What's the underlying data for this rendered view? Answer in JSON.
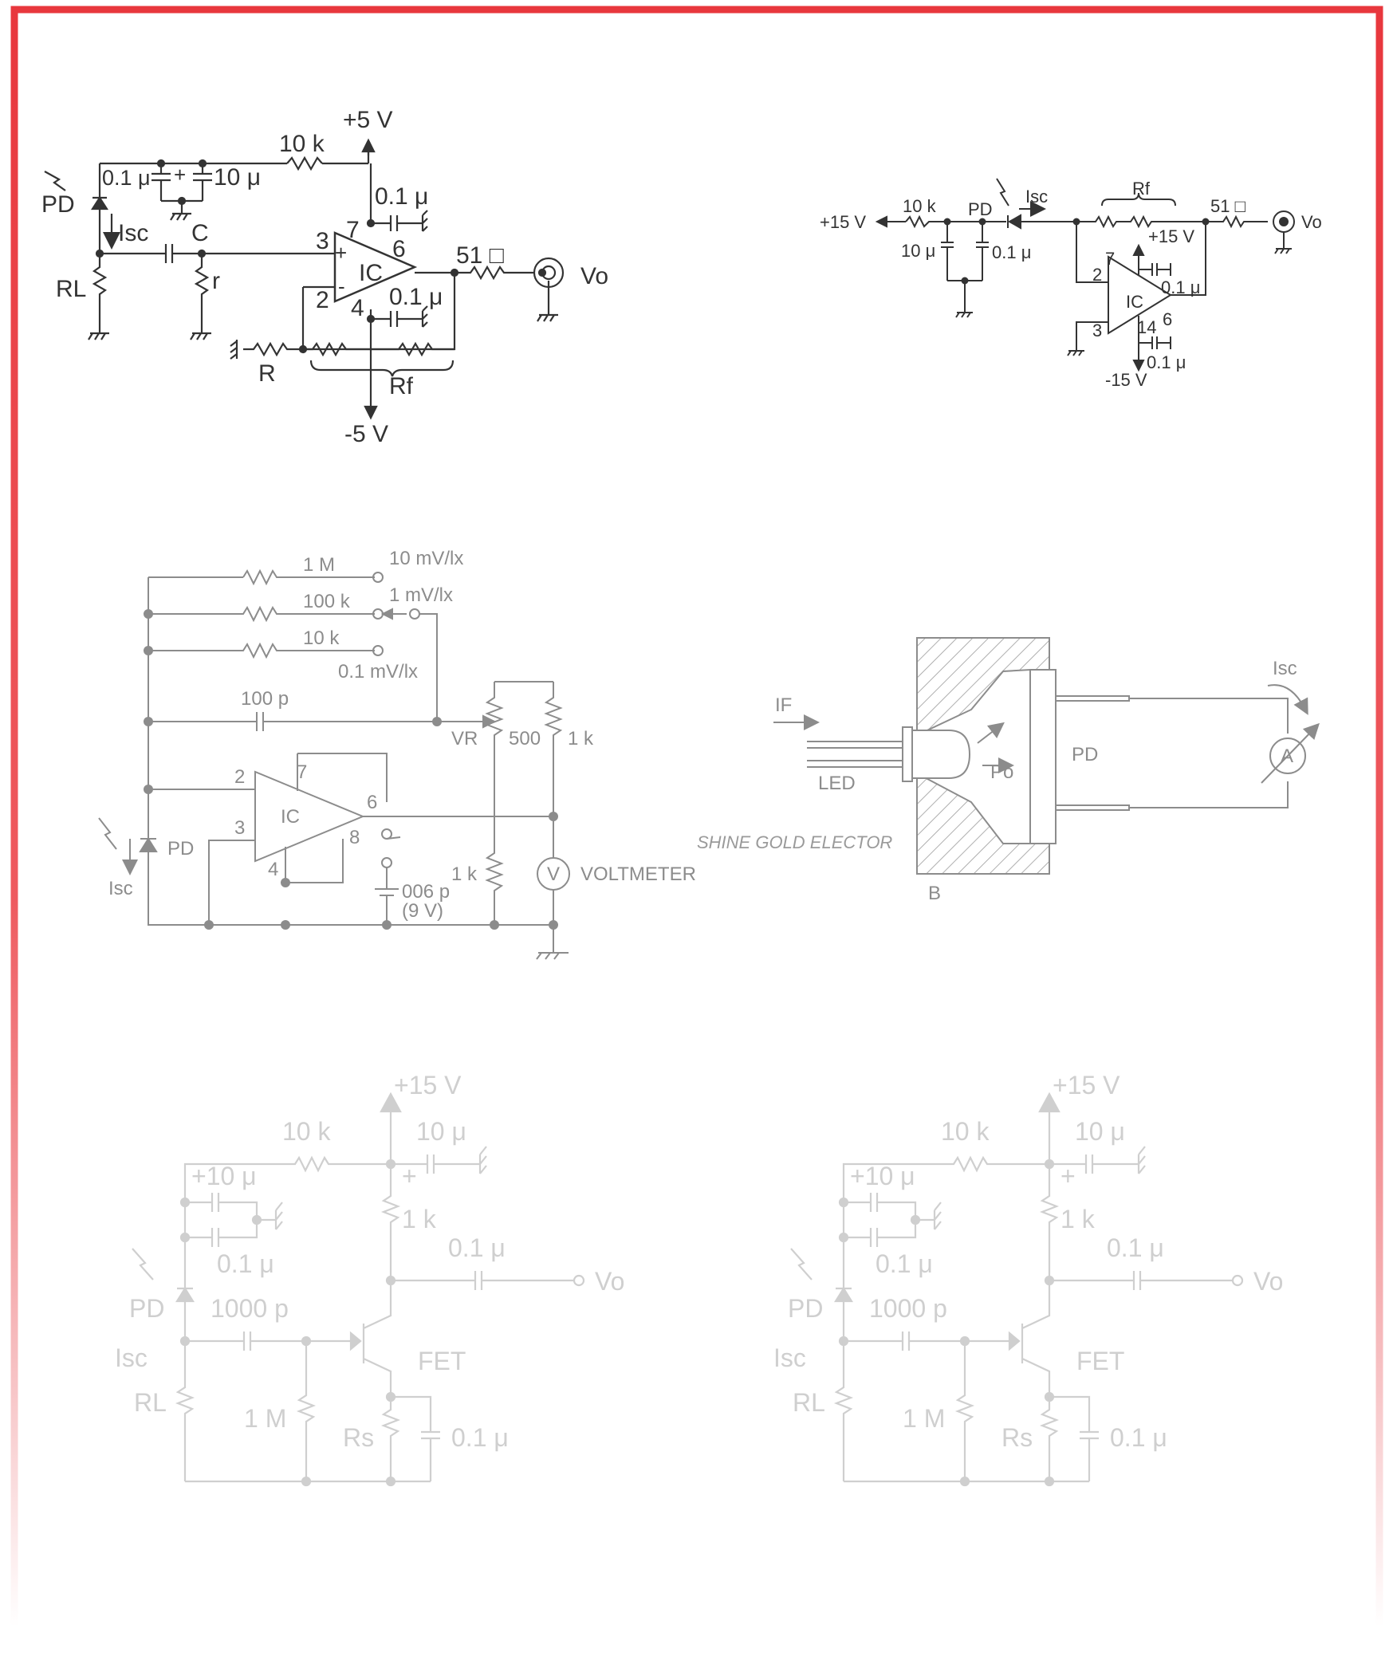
{
  "colors": {
    "border": "#e8373d",
    "ink": "#333333",
    "gray": "#8c8c8c"
  },
  "watermark": "SHINE GOLD ELECTOR",
  "circuit1": {
    "vplus": "+5 V",
    "vminus": "-5 V",
    "r_top": "10 k",
    "c1": "0.1 μ",
    "c2": "10 μ",
    "pd": "PD",
    "isc": "Isc",
    "cap": "C",
    "rl": "RL",
    "rsmall": "r",
    "pin3": "3",
    "pin2": "2",
    "pin7": "7",
    "pin4": "4",
    "pin6": "6",
    "ic": "IC",
    "plus": "+",
    "minus": "-",
    "c_top": "0.1 μ",
    "c_bot": "0.1 μ",
    "r_out": "51 □",
    "vo": "Vo",
    "r_gnd": "R",
    "rf": "Rf"
  },
  "circuit2": {
    "vplus_left": "+15 V",
    "r_in": "10 k",
    "pd": "PD",
    "isc": "Isc",
    "rf": "Rf",
    "r_out": "51 □",
    "vo": "Vo",
    "c1": "10 μ",
    "c2": "0.1 μ",
    "vplus_ic": "+15 V",
    "vminus": "-15 V",
    "pin7": "7",
    "pin2": "2",
    "pin3": "3",
    "pin6": "6",
    "pin4": "14",
    "ic": "IC",
    "c_top": "0.1 μ",
    "c_bot": "0.1 μ"
  },
  "circuit3": {
    "r1": "1 M",
    "r2": "100 k",
    "r3": "10 k",
    "range1": "10 mV/lx",
    "range2": "1 mV/lx",
    "range3": "0.1 mV/lx",
    "c": "100 p",
    "vr": "VR",
    "r500": "500",
    "r1k_top": "1 k",
    "r1k_bot": "1 k",
    "pin2": "2",
    "pin3": "3",
    "pin7": "7",
    "pin6": "6",
    "pin8": "8",
    "pin4": "4",
    "ic": "IC",
    "pd": "PD",
    "isc": "Isc",
    "v": "V",
    "voltmeter": "VOLTMETER",
    "battery": "006 p",
    "battery_v": "(9 V)"
  },
  "diagram4": {
    "if": "IF",
    "led": "LED",
    "po": "Po",
    "pd": "PD",
    "isc": "Isc",
    "a": "A",
    "b": "B"
  },
  "circuit5": {
    "vplus": "+15 V",
    "r_top": "10 k",
    "c_top": "10 μ",
    "c_left": "+10 μ",
    "r_drain": "1 k",
    "c_mid": "0.1 μ",
    "c_out": "0.1 μ",
    "vo": "Vo",
    "pd": "PD",
    "c_in": "1000 p",
    "isc": "Isc",
    "rl": "RL",
    "fet": "FET",
    "r_gate": "1 M",
    "rs": "Rs",
    "c_s": "0.1 μ",
    "plus": "+"
  },
  "circuit6": {
    "vplus": "+15 V",
    "r_top": "10 k",
    "c_top": "10 μ",
    "c_left": "+10 μ",
    "r_drain": "1 k",
    "c_mid": "0.1 μ",
    "c_out": "0.1 μ",
    "vo": "Vo",
    "pd": "PD",
    "c_in": "1000 p",
    "isc": "Isc",
    "rl": "RL",
    "fet": "FET",
    "r_gate": "1 M",
    "rs": "Rs",
    "c_s": "0.1 μ",
    "plus": "+"
  }
}
